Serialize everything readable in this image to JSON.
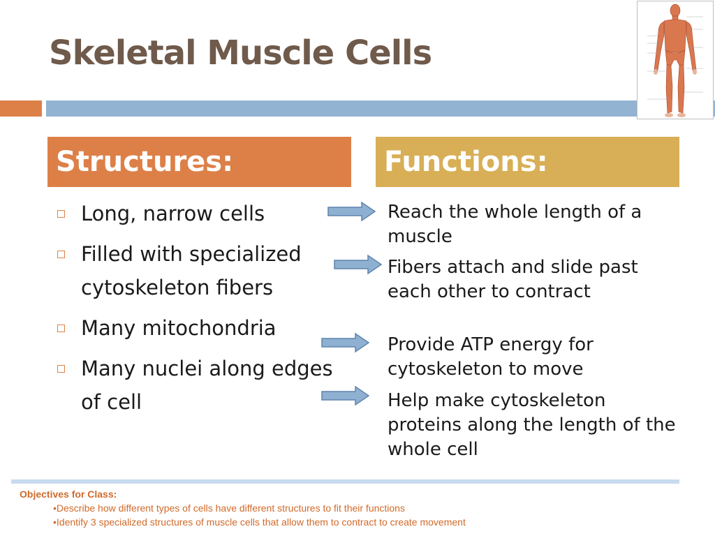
{
  "slide": {
    "title": "Skeletal Muscle Cells",
    "accent_colors": {
      "orange": "#dd8048",
      "gold": "#d8af56",
      "blue": "#93b3d3",
      "title": "#6f5a4b"
    }
  },
  "figure": {
    "icon": "anatomy-muscle-figure",
    "colors": {
      "muscle": "#d9774f",
      "skin": "#e9b59a"
    }
  },
  "structures": {
    "header": "Structures:",
    "items": [
      {
        "text": "Long, narrow cells"
      },
      {
        "text": "Filled with specialized cytoskeleton fibers"
      },
      {
        "text": "Many mitochondria"
      },
      {
        "text": "Many nuclei along edges of cell"
      }
    ]
  },
  "functions": {
    "header": "Functions:",
    "items": [
      {
        "text": "Reach the whole length of a muscle"
      },
      {
        "text": "Fibers attach and slide past each other to contract"
      },
      {
        "text": "Provide ATP energy for cytoskeleton to move"
      },
      {
        "text": "Help make cytoskeleton proteins along the length of the whole cell"
      }
    ]
  },
  "footer": {
    "objectives_label": "Objectives for Class:",
    "objectives": [
      "•Describe how different types of cells have different structures to fit their functions",
      "•Identify 3 specialized structures of muscle cells that allow them to contract to create movement"
    ]
  }
}
